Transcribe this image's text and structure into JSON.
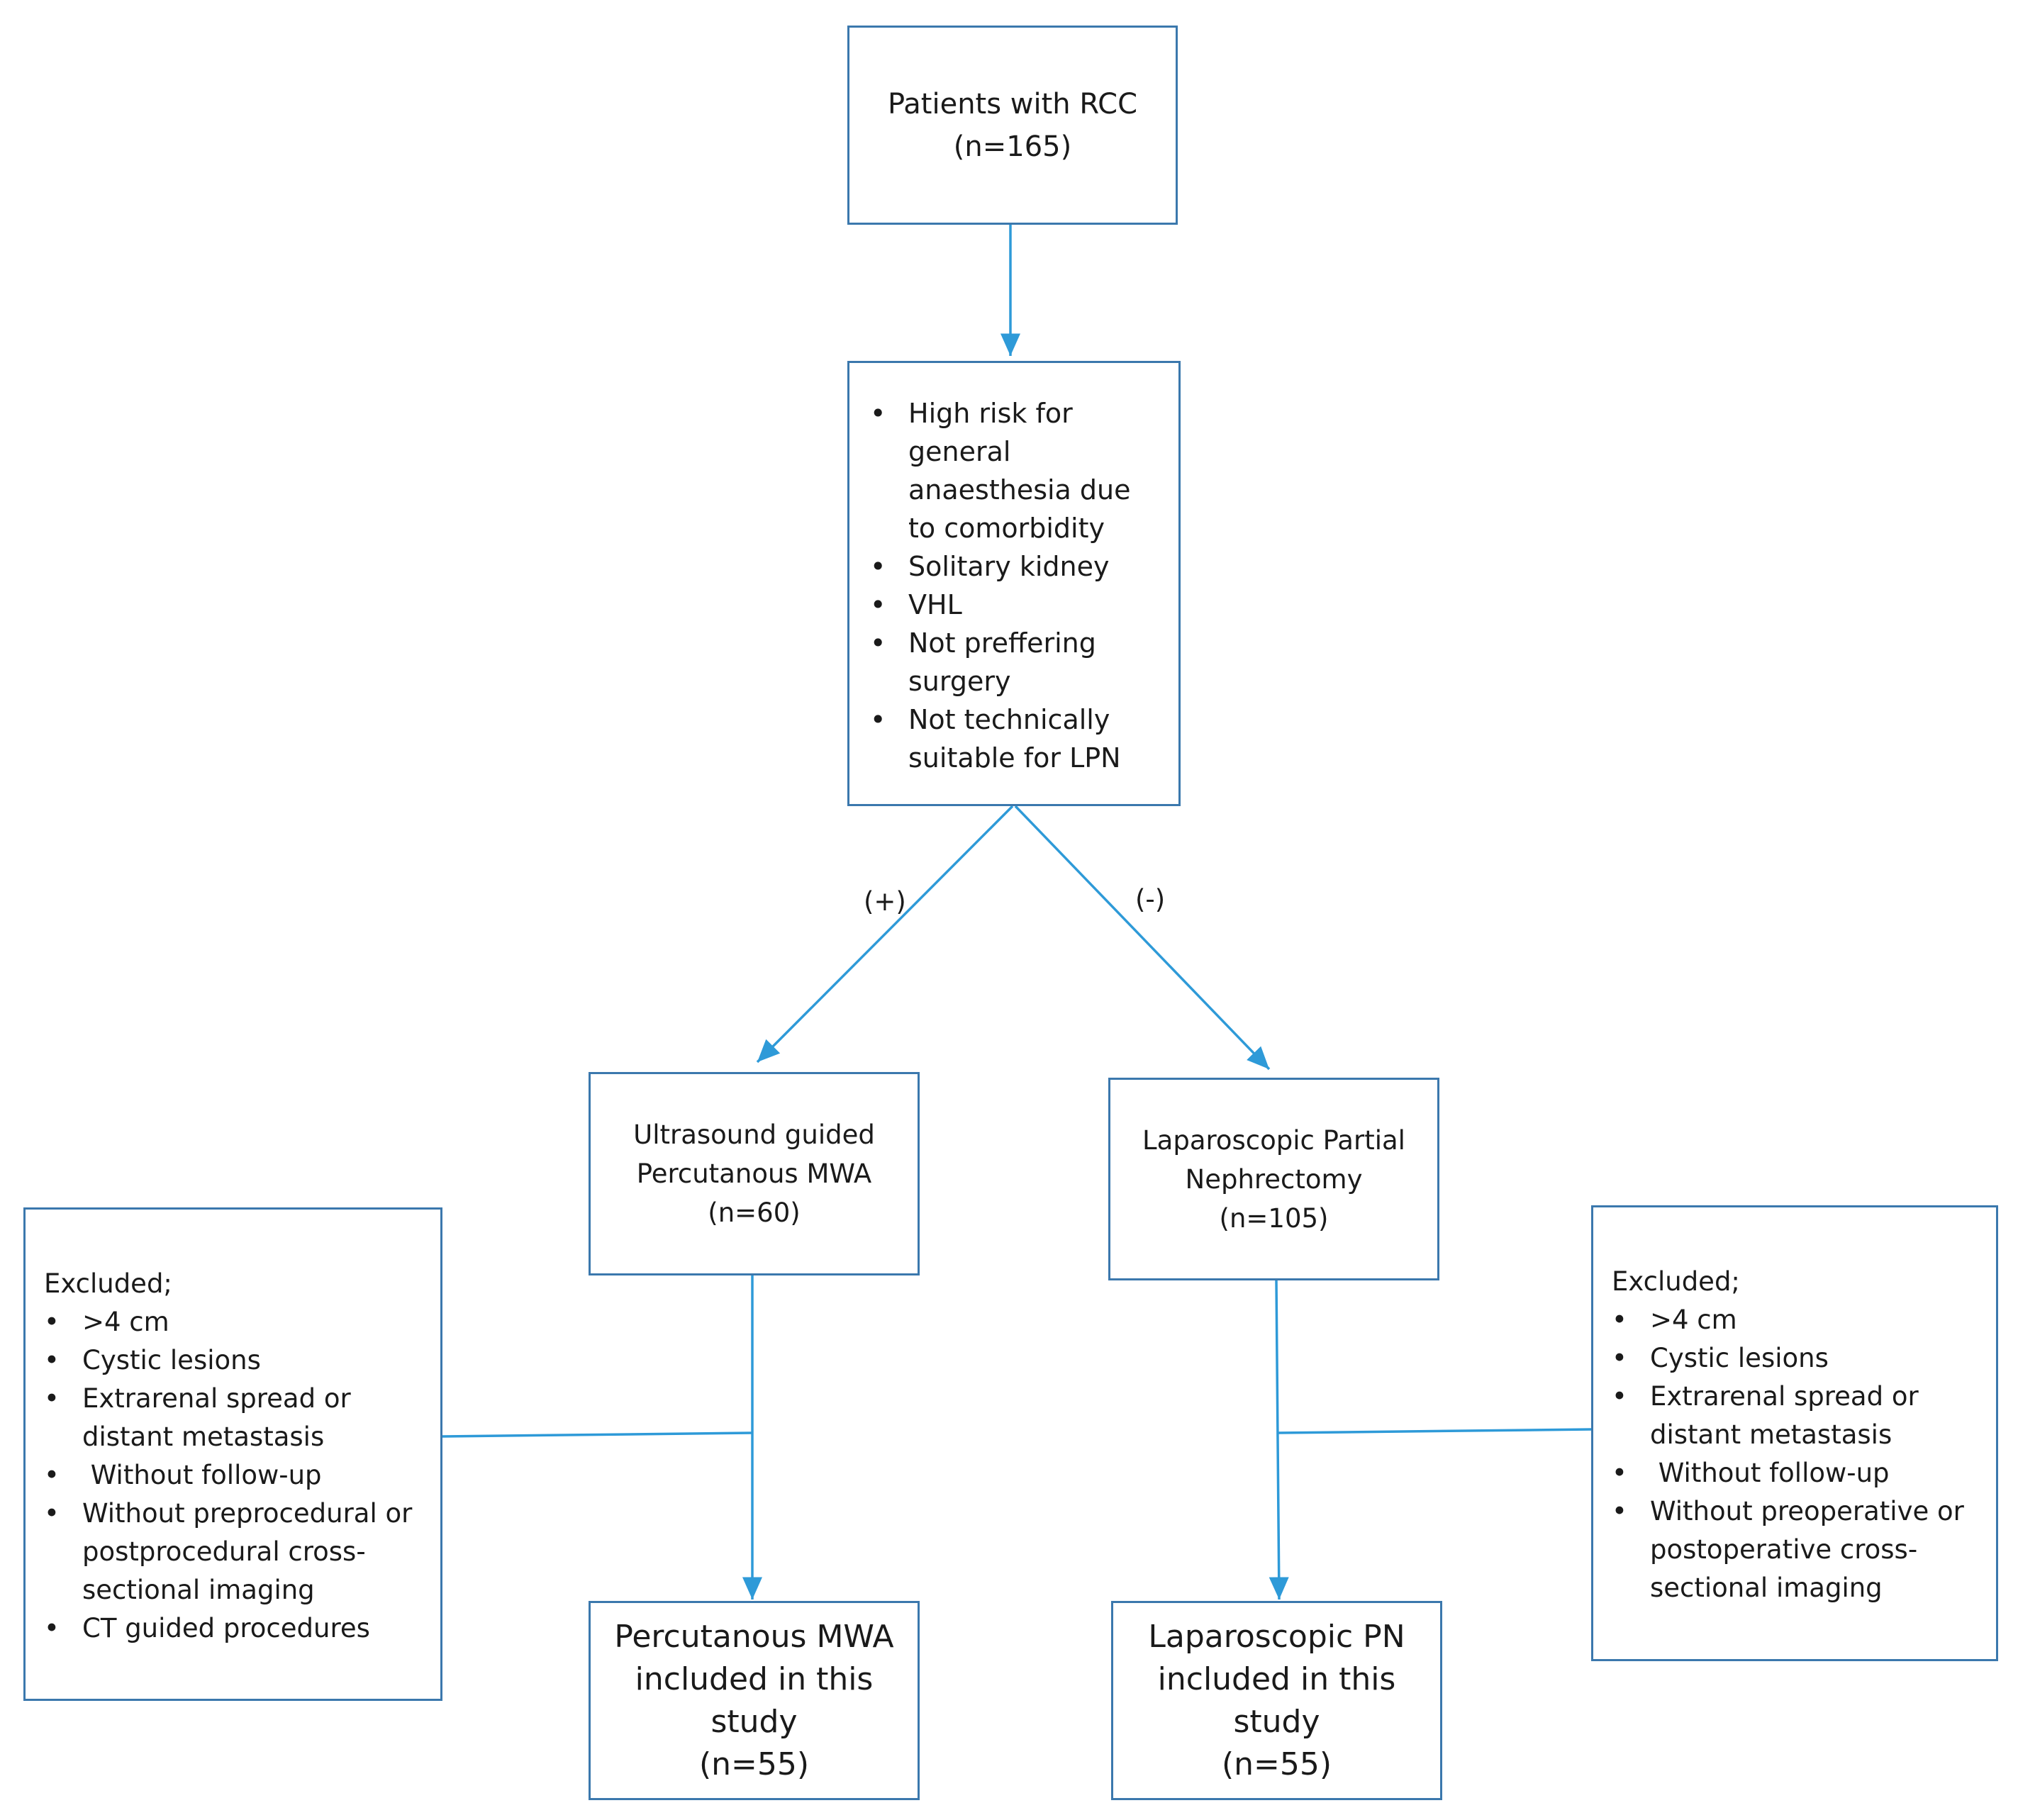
{
  "top_box": {
    "line1": "Patients with RCC",
    "line2": "(n=165)"
  },
  "criteria_box": {
    "items": [
      "High risk for general anaesthesia due to comorbidity",
      "Solitary kidney",
      "VHL",
      "Not preffering surgery",
      "Not technically suitable for LPN"
    ]
  },
  "branch_labels": {
    "positive": "(+)",
    "negative": "(-)"
  },
  "mwa_box": {
    "line1": "Ultrasound guided",
    "line2": "Percutanous MWA",
    "line3": "(n=60)"
  },
  "lpn_box": {
    "line1": "Laparoscopic Partial",
    "line2": "Nephrectomy",
    "line3": "(n=105)"
  },
  "excluded_left": {
    "heading": "Excluded;",
    "items": [
      ">4 cm",
      "Cystic lesions",
      "Extrarenal spread or distant metastasis",
      " Without follow-up",
      "Without preprocedural or postprocedural cross-sectional imaging",
      "CT guided procedures"
    ]
  },
  "excluded_right": {
    "heading": "Excluded;",
    "items": [
      ">4 cm",
      "Cystic lesions",
      "Extrarenal spread or distant metastasis",
      " Without follow-up",
      "Without preoperative or postoperative cross-sectional imaging"
    ]
  },
  "mwa_final": {
    "line1": "Percutanous MWA",
    "line2": "included in this",
    "line3": "study",
    "line4": "(n=55)"
  },
  "pn_final": {
    "line1": "Laparoscopic PN",
    "line2": "included in this",
    "line3": "study",
    "line4": "(n=55)"
  },
  "colors": {
    "box_border": "#3b78ad",
    "arrow": "#2e9ad8",
    "text": "#1a1a1a"
  }
}
